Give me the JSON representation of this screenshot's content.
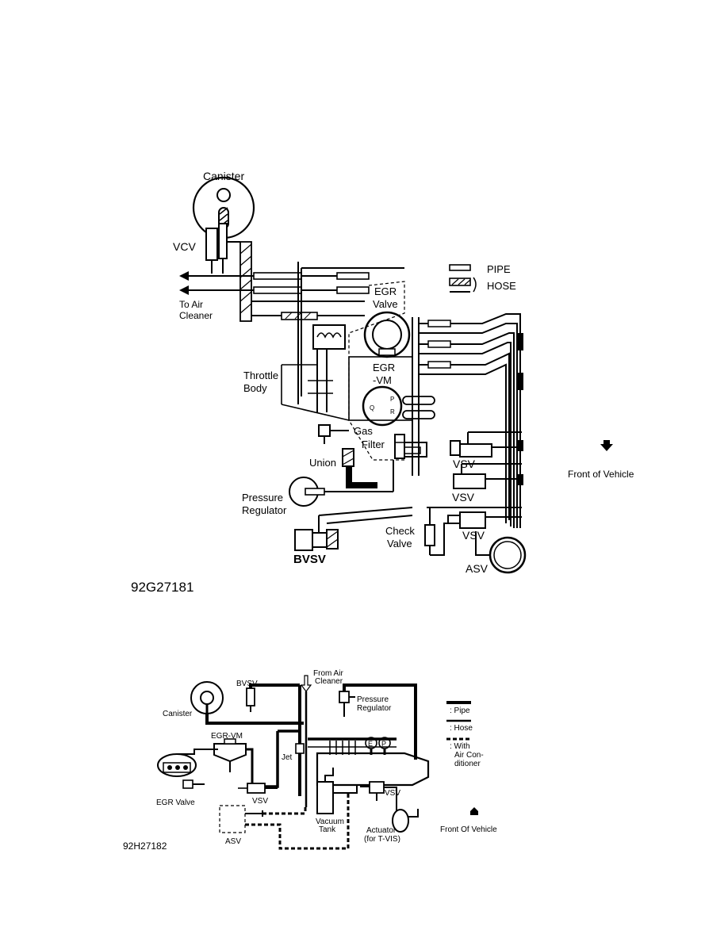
{
  "diagram1": {
    "id": "92G27181",
    "labels": {
      "canister": "Canister",
      "vcv": "VCV",
      "to_air_cleaner": [
        "To Air",
        "Cleaner"
      ],
      "throttle_body": [
        "Throttle",
        "Body"
      ],
      "egr_valve": [
        "EGR",
        "Valve"
      ],
      "egr_vm": [
        "EGR",
        "-VM"
      ],
      "gas_filter": [
        "Gas",
        "Filter"
      ],
      "union": "Union",
      "pressure_regulator": [
        "Pressure",
        "Regulator"
      ],
      "bvsv": "BVSV",
      "check_valve": [
        "Check",
        "Valve"
      ],
      "vsv": "VSV",
      "asv": "ASV"
    },
    "legend": {
      "pipe": "PIPE",
      "hose": "HOSE"
    },
    "front_of_vehicle": "Front of Vehicle"
  },
  "diagram2": {
    "id": "92H27182",
    "labels": {
      "canister": "Canister",
      "bvsv": "BVSV",
      "from_air_cleaner": [
        "From Air",
        "Cleaner"
      ],
      "pressure_regulator": [
        "Pressure",
        "Regulator"
      ],
      "egr_vm": "EGR-VM",
      "jet": "Jet",
      "egr_valve": "EGR Valve",
      "vsv": "VSV",
      "vacuum_tank": [
        "Vacuum",
        "Tank"
      ],
      "actuator": [
        "Actuator",
        "(for T-VIS)"
      ],
      "asv": "ASV",
      "e_port": "E",
      "p_port": "P"
    },
    "legend": {
      "pipe": ": Pipe",
      "hose": ": Hose",
      "with_ac": [
        ": With",
        "Air Con-",
        "ditioner"
      ]
    },
    "front_of_vehicle": "Front Of Vehicle"
  }
}
